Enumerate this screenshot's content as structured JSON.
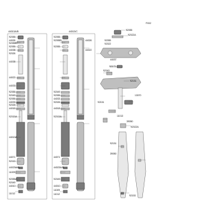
{
  "diagram": {
    "labels": {
      "main_left": "44013A/B",
      "main_right": "44013/C",
      "top_right": "F002",
      "l1": "92055",
      "l2": "44026",
      "l3": "92055B",
      "l4": "92055",
      "l5": "44038",
      "l6": "92026",
      "l7": "44038",
      "l8": "44022",
      "l9": "44033",
      "l10": "92055",
      "l11": "92049",
      "l12": "92055",
      "l13": "44033",
      "l14": "92026",
      "l15": "44018",
      "l16": "92015A",
      "l17": "44013A",
      "l18": "44071",
      "l19": "92015",
      "l20": "44023A/B",
      "l21": "11009",
      "l22": "92055A",
      "l23": "92049",
      "l24": "44010",
      "l25": "11012",
      "r1": "92055",
      "r2": "92055B",
      "r3": "44026",
      "r4": "92055",
      "r5": "44022",
      "r6": "92049",
      "r7": "92055",
      "r8": "44033",
      "r9": "92026",
      "r10": "44018",
      "r11": "92015A",
      "r12": "44071",
      "r13": "44023A/B",
      "r14": "92049",
      "r15": "44010",
      "r16": "11009",
      "r17": "11012",
      "t1": "92055",
      "t2": "92022A",
      "t3": "92055",
      "t4": "92022",
      "t5": "44037",
      "t6": "92173",
      "t7": "92043",
      "t8": "92151",
      "t9": "13070",
      "t10": "92151",
      "t11": "11013",
      "t12": "39050",
      "t13": "92022A",
      "t14": "92151",
      "t15": "39050",
      "t16": "92153"
    }
  }
}
